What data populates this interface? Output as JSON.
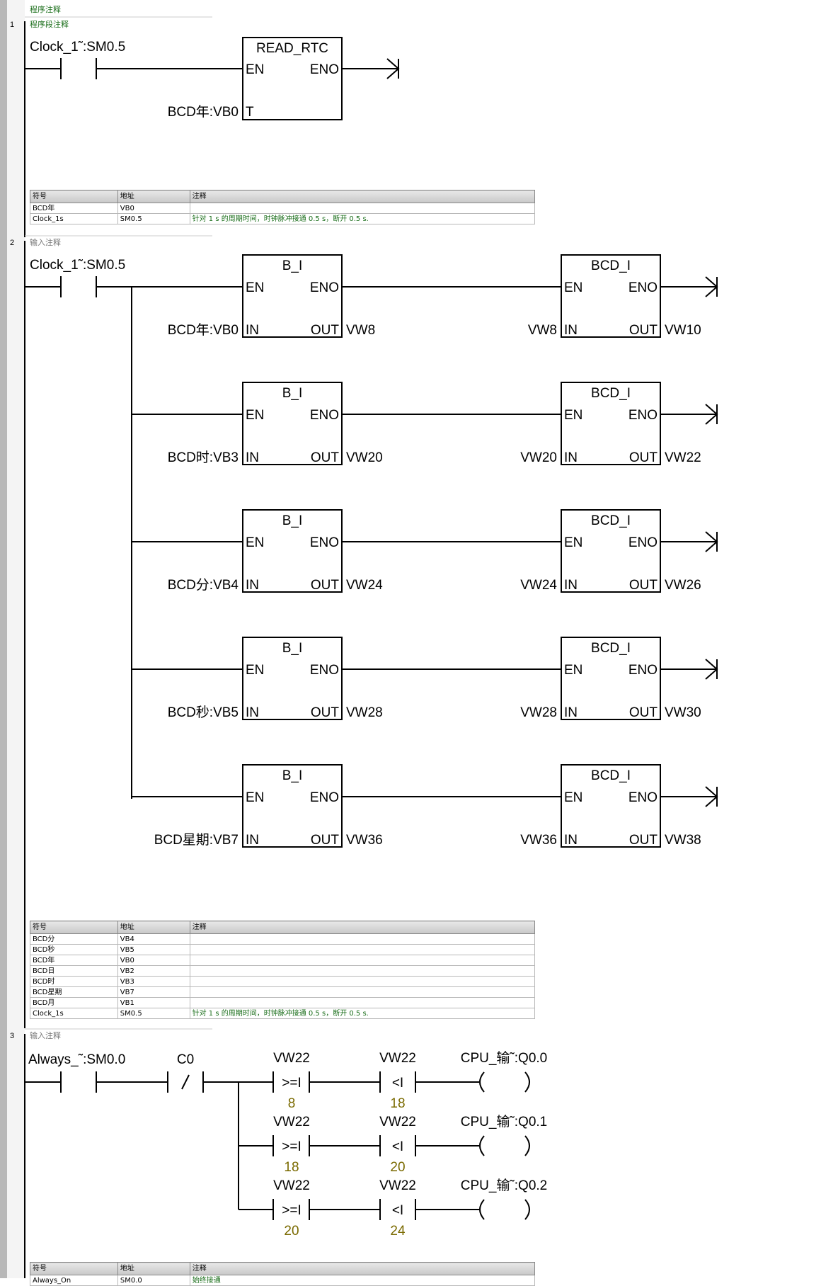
{
  "program_comment": "程序注释",
  "networks": [
    {
      "number": "1",
      "comment": "程序段注释",
      "contact": "Clock_1˜:SM0.5",
      "box": {
        "title": "READ_RTC",
        "en": "EN",
        "eno": "ENO",
        "in_pin": "T",
        "in_label": "BCD年:VB0"
      },
      "symbol_table": {
        "headers": [
          "符号",
          "地址",
          "注释"
        ],
        "rows": [
          [
            "BCD年",
            "VB0",
            ""
          ],
          [
            "Clock_1s",
            "SM0.5",
            "针对 1 s 的周期时间，时钟脉冲接通 0.5 s，断开 0.5 s."
          ]
        ]
      }
    },
    {
      "number": "2",
      "comment": "输入注释",
      "contact": "Clock_1˜:SM0.5",
      "pin_labels": {
        "en": "EN",
        "eno": "ENO",
        "in": "IN",
        "out": "OUT"
      },
      "rows": [
        {
          "b1": "B_I",
          "b2": "BCD_I",
          "in_label": "BCD年:VB0",
          "mid_out": "VW8",
          "mid_in": "VW8",
          "out_label": "VW10"
        },
        {
          "b1": "B_I",
          "b2": "BCD_I",
          "in_label": "BCD时:VB3",
          "mid_out": "VW20",
          "mid_in": "VW20",
          "out_label": "VW22"
        },
        {
          "b1": "B_I",
          "b2": "BCD_I",
          "in_label": "BCD分:VB4",
          "mid_out": "VW24",
          "mid_in": "VW24",
          "out_label": "VW26"
        },
        {
          "b1": "B_I",
          "b2": "BCD_I",
          "in_label": "BCD秒:VB5",
          "mid_out": "VW28",
          "mid_in": "VW28",
          "out_label": "VW30"
        },
        {
          "b1": "B_I",
          "b2": "BCD_I",
          "in_label": "BCD星期:VB7",
          "mid_out": "VW36",
          "mid_in": "VW36",
          "out_label": "VW38"
        }
      ],
      "symbol_table": {
        "headers": [
          "符号",
          "地址",
          "注释"
        ],
        "rows": [
          [
            "BCD分",
            "VB4",
            ""
          ],
          [
            "BCD秒",
            "VB5",
            ""
          ],
          [
            "BCD年",
            "VB0",
            ""
          ],
          [
            "BCD日",
            "VB2",
            ""
          ],
          [
            "BCD时",
            "VB3",
            ""
          ],
          [
            "BCD星期",
            "VB7",
            ""
          ],
          [
            "BCD月",
            "VB1",
            ""
          ],
          [
            "Clock_1s",
            "SM0.5",
            "针对 1 s 的周期时间，时钟脉冲接通 0.5 s，断开 0.5 s."
          ]
        ]
      }
    },
    {
      "number": "3",
      "comment": "输入注释",
      "contact1": "Always_˜:SM0.0",
      "contact2": "C0",
      "rows": [
        {
          "cmp1_var": "VW22",
          "cmp1_op": ">=I",
          "cmp1_val": "8",
          "cmp2_var": "VW22",
          "cmp2_op": "<I",
          "cmp2_val": "18",
          "coil": "CPU_输˜:Q0.0"
        },
        {
          "cmp1_var": "VW22",
          "cmp1_op": ">=I",
          "cmp1_val": "18",
          "cmp2_var": "VW22",
          "cmp2_op": "<I",
          "cmp2_val": "20",
          "coil": "CPU_输˜:Q0.1"
        },
        {
          "cmp1_var": "VW22",
          "cmp1_op": ">=I",
          "cmp1_val": "20",
          "cmp2_var": "VW22",
          "cmp2_op": "<I",
          "cmp2_val": "24",
          "coil": "CPU_输˜:Q0.2"
        }
      ],
      "symbol_table": {
        "headers": [
          "符号",
          "地址",
          "注释"
        ],
        "rows": [
          [
            "Always_On",
            "SM0.0",
            "始终接通"
          ]
        ]
      }
    }
  ]
}
